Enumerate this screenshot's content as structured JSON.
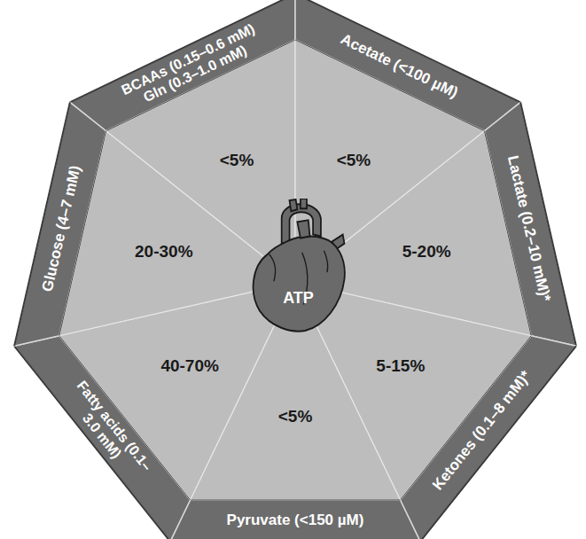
{
  "diagram": {
    "nodes": [
      {
        "text": [
          "BCAAs (0.15–0.6 mM)",
          "Gln (0.3–1.0 mM)",
          "<5%"
        ]
      },
      {
        "text": [
          "Acetate (<100 µM)",
          "<5%"
        ]
      },
      {
        "text": [
          "Lactate (0.2–10 mM)*",
          "5-20%"
        ]
      },
      {
        "text": [
          "Ketones (0.1–8 mM)*",
          "5-15%"
        ]
      },
      {
        "text": [
          "Pyruvate (<150 µM)",
          "<5%"
        ]
      },
      {
        "text": [
          "Fatty acids (0.1–3.0 mM)",
          "40-70%"
        ]
      },
      {
        "text": [
          "Glucose (4–7 mM)",
          "20-30%"
        ]
      },
      {
        "text": [
          "ATP"
        ]
      }
    ]
  }
}
